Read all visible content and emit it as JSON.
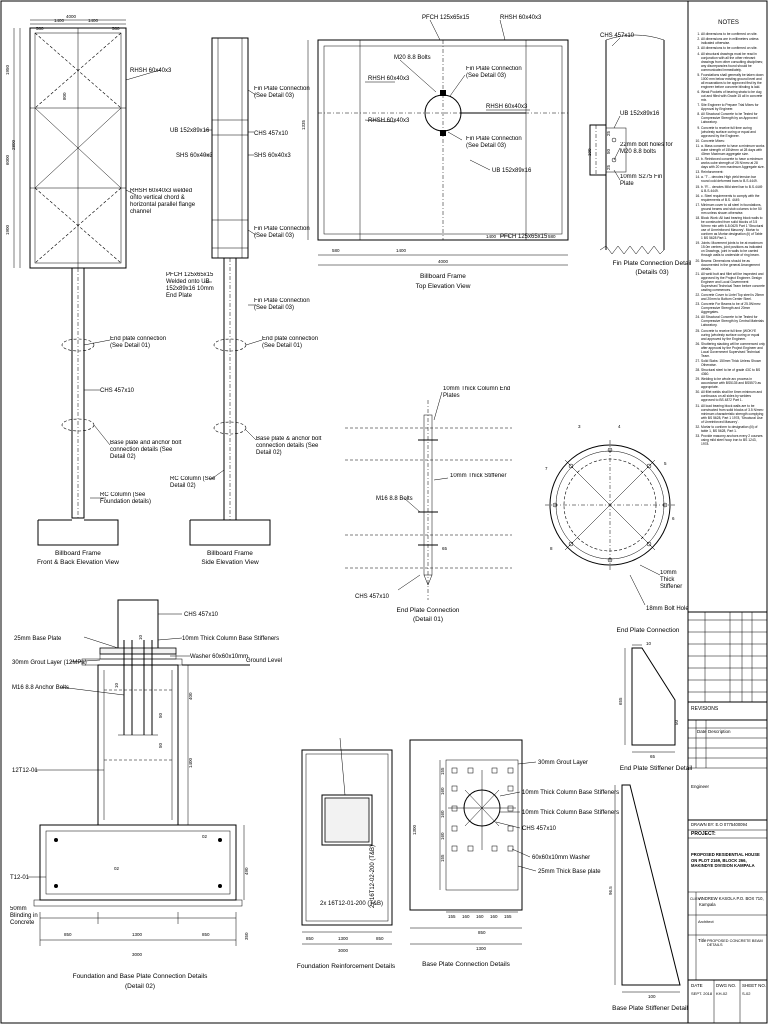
{
  "sheet_border": true,
  "views": {
    "front": {
      "dims": [
        "4000",
        "1400",
        "1400",
        "580",
        "580",
        "1950",
        "800",
        "2800",
        "6000",
        "1900"
      ],
      "labels": [
        "RHSH 60x40x3",
        "RHSH 60x40x3 welded onto vertical chord & horizontal parallel flange channel",
        "End plate connection (See Detail 01)",
        "CHS 457x10",
        "Base plate and anchor bolt connection details (See Detail 02)",
        "RC Column (See Foundation details)"
      ],
      "title_1": "Billboard Frame",
      "title_2": "Front & Back Elevation View"
    },
    "side": {
      "labels": [
        "Fin Plate Connection (See Detail 03)",
        "UB 152x89x16",
        "CHS 457x10",
        "SHS 60x40x3",
        "SHS 60x40x3",
        "Fin Plate Connection (See Detail 03)",
        "PFCH 125x65x15 Welded onto UB 152x89x16 10mm End Plate",
        "Fin Plate Connection (See Detail 03)",
        "End plate connection (See Detail 01)",
        "Base plate & anchor bolt connection details (See Detail 02)",
        "RC Column (See Detail 02)"
      ],
      "title_1": "Billboard Frame",
      "title_2": "Side Elevation View"
    },
    "top": {
      "labels": [
        "PFCH 125x65x15",
        "RHSH 60x40x3",
        "M20 8.8 Bolts",
        "Fin Plate Connection (See Detail 03)",
        "RHSH 60x40x3",
        "RHSH 60x40x3",
        "RHSH 60x40x3",
        "Fin Plate Connection (See Detail 03)",
        "UB 152x89x16",
        "PFCH 125x65x15"
      ],
      "dims": [
        "580",
        "1400",
        "1400",
        "580",
        "4000",
        "1335"
      ],
      "title_1": "Billboard Frame",
      "title_2": "Top Elevation View"
    },
    "fin_plate": {
      "labels": [
        "CHS 457x10",
        "UB 152x89x16",
        "22mm bolt holes for M20 8.8 bolts",
        "10mm S275 Fin Plate"
      ],
      "dims": [
        "100",
        "25",
        "50",
        "25"
      ],
      "title_1": "Fin Plate Connection Detail",
      "title_2": "(Details 03)"
    },
    "end_plate_a": {
      "labels": [
        "10mm Thick Column End Plates",
        "10mm Thick Stiffener",
        "M16 8.8 Bolts",
        "CHS 457x10"
      ],
      "dims": [
        "65"
      ],
      "title_1": "End Plate Connection",
      "title_2": "(Detail 01)"
    },
    "end_plate_b": {
      "labels": [
        "10mm Thick Stiffener",
        "18mm Bolt Hole"
      ],
      "dims": [
        "3",
        "4",
        "5",
        "6",
        "7",
        "8"
      ],
      "title_1": "End Plate Connection"
    },
    "foundation": {
      "labels": [
        "CHS 457x10",
        "25mm Base Plate",
        "10mm Thick Column Base Stiffeners",
        "30mm Grout Layer (12MPa)",
        "Washer 60x60x10mm",
        "Ground Level",
        "M16 8.8 Anchor Bolts",
        "12T12-01",
        "T12-01",
        "50mm Blinding in Concrete"
      ],
      "dims": [
        "850",
        "1300",
        "850",
        "3000",
        "400",
        "1400",
        "490",
        "350",
        "10",
        "50",
        "10",
        "50"
      ],
      "bar_marks": [
        "02",
        "02"
      ],
      "title_1": "Foundation and Base Plate Connection Details",
      "title_2": "(Detail 02)"
    },
    "reinforcement": {
      "labels": [
        "2x 16T12-01-200 (T&B)",
        "2x 16T12-02-200 (T&B)"
      ],
      "dims": [
        "850",
        "1300",
        "850",
        "3000"
      ],
      "title_1": "Foundation Reinforcement Details"
    },
    "base_plate": {
      "labels": [
        "30mm Grout Layer",
        "10mm Thick Column Base Stiffeners",
        "10mm Thick Column Base Stiffeners",
        "CHS 457x10",
        "60x60x10mm Washer",
        "25mm Thick Base plate"
      ],
      "dims": [
        "155",
        "160",
        "160",
        "160",
        "155",
        "850",
        "1300",
        "155",
        "160",
        "160",
        "160",
        "155",
        "1300"
      ],
      "title_1": "Base Plate Connection Details"
    },
    "stiffener": {
      "dims": [
        "10",
        "655",
        "50",
        "65"
      ],
      "title_1": "End Plate Stiffener Detail"
    },
    "base_stiffener": {
      "dims": [
        "96.5",
        "100"
      ],
      "title_1": "Base Plate Stiffener Detail"
    }
  },
  "notes": {
    "heading": "NOTES",
    "items": [
      "All dimensions to be confirmed on site.",
      "All dimensions are in millimeters unless indicated otherwise.",
      "All dimensions to be confirmed on site.",
      "All structural drawings must be read in conjunction with all the other relevant drawings from other consulting disciplines; any discrepancies found should be communicated immediately.",
      "Foundations shall generally be taken down 1000 mm below existing ground level and all excavations to be approved first by the engineer before concrete blinding is laid.",
      "Weak Pockets of bearing strata to be dug out and filled with Grade 15 all in concrete mix.",
      "Site Engineer to Prepare Trial Mixes for Approval by Engineer.",
      "All Structural Concrete to be Tested for Compressive Strength by an Approved Laboratory.",
      "Concrete to receive full time curing (wholesty surface curing or equal and approved by the Engineer.",
      "Concrete Mixes:",
      "a. Mass concrete to have a minimum works cube strength of 15N/mm² at 28 days with 40mm Maximum aggregate size.",
      "b. Reinforced concrete to have a minimum works cube strength of 25 N/mm² at 28 days with 20 mm maximum Aggregate size.",
      "Reinforcement:",
      "a. 'T'... denotes High yield tension bar round cold deformed bars to B.S.4449.",
      "b. 'R'... denotes Mild steel bar to B.S.4449 & B.S.4449.",
      "c. Steel requirements to comply with the requirements of B.S. 4449.",
      "Minimum cover to all steel in foundations, ground beams and stub columns to be 50 mm unless shown otherwise.",
      "Block Work: All load bearing block walls to be constructed from solid blocks of 3.5 N/mm² min with 6-8.0625 Part 1 'Structural use of Unreinforced Masonry'. Mortar to conform as Mortar designation (ii) of Table 1 BS 5628 Part 1.",
      "Joints: Movement joints to be at maximum 15.0m centres, joint positions as indicated on Drawings, joint in walls to be carried through walls to underside of ring beam.",
      "Beams: Dimensions should be as documented in the general Arrangement details.",
      "All weld butt and fillet will be inspected and approved by the Project Engineer. Design Engineer and Local Government Supervised Technical Team before concrete casting commences.",
      "Concrete Cover to Lintel Top steel is 25mm and 20mm to Bottom Center Steel.",
      "Concrete For Beams to be of 25.0N/mm² Compressive Strength and 20mm Aggregates.",
      "All Structural Concrete to be Tested for Compressive Strength by Central Materials Laboratory.",
      "Concrete to receive full time (WOKYE curing (wholesty surface curing or equal and approved by the Engineer.",
      "Shuttering stacking will be commenced only after approval by the Project Engineer and Local Government Supervised Technical Team.",
      "Solid Slabs: 150mm Thick Unless Shown Otherwise.",
      "Structural steel to be of grade 43C to BS 4360.",
      "Welding to be whole arc process in accordance with BS5135 and BS5570 as appropriate.",
      "All fillet welds shall be 6mm minimum and continuous on all sides by welders approved to BS 4872 Part 1.",
      "All load bearing block walls are to be constructed from solid blocks of 3.5 N/mm² minimum characteristic strength complying with BS 5628, Part 1 1978, 'Structural Use of Unreinforced Masonry'.",
      "Mortar to conform to designation (iii) of table 1, BS 5628, Part 1.",
      "Provide masonry anchors every 2 courses using mild steel hoop iron to BS 1243, 1978."
    ]
  },
  "title_block": {
    "revisions_header": "REVISIONS",
    "rev_columns": [
      "Date",
      "Description"
    ],
    "engineer_label": "Engineer",
    "drawn_by": "DRAWN BY: E.O 0775400094",
    "project_label": "PROJECT:",
    "project": "PROPOSED RESIDENTIAL HOUSE ON PLOT 2169, BLOCK 266, MAKINDYE DIVISION KAMPALA",
    "client_label": "CLIENT",
    "client": "ANDREW KASOLA P.O. BOX 710, Kampala",
    "architect_label": "Architect",
    "title_label": "Title",
    "title": "PROPOSED CONCRETE BEAM DETAILS",
    "date_label": "DATE",
    "date": "SEPT. 2018",
    "dwg_label": "DWG NO.",
    "dwg": "KH-02",
    "sheet_label": "SHEET NO.",
    "sheet": "S-02"
  }
}
